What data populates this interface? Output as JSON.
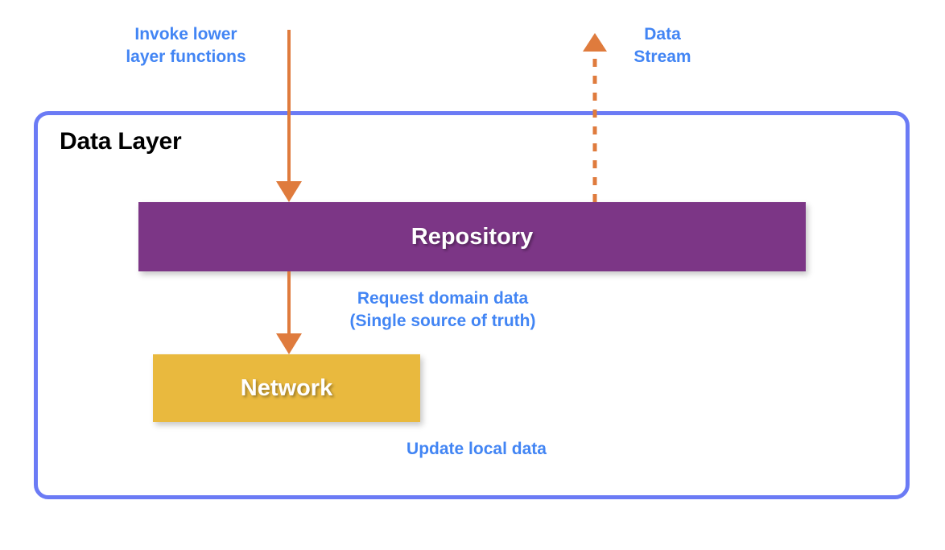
{
  "diagram": {
    "title_text": "Data Layer",
    "background_color": "#ffffff",
    "container": {
      "name": "Data Layer",
      "border_color": "#6b7bf5"
    },
    "blocks": [
      {
        "id": "repository",
        "label": "Repository",
        "color": "#7c3686",
        "text_color": "#ffffff"
      },
      {
        "id": "network",
        "label": "Network",
        "color": "#e9b93e",
        "text_color": "#ffffff"
      }
    ],
    "annotations": [
      {
        "id": "invoke",
        "text": "Invoke lower\nlayer functions",
        "color": "#4285f4"
      },
      {
        "id": "stream",
        "text": "Data\nStream",
        "color": "#4285f4"
      },
      {
        "id": "request",
        "text": "Request domain data\n(Single source of truth)",
        "color": "#4285f4"
      },
      {
        "id": "update",
        "text": "Update local data",
        "color": "#4285f4"
      }
    ],
    "arrows": [
      {
        "id": "invoke-arrow",
        "style": "solid",
        "direction": "down",
        "color": "#df7b3d",
        "from": "outside-top",
        "to": "repository"
      },
      {
        "id": "stream-arrow",
        "style": "dashed",
        "direction": "up",
        "color": "#df7b3d",
        "from": "repository",
        "to": "outside-top"
      },
      {
        "id": "request-arrow",
        "style": "solid",
        "direction": "down",
        "color": "#df7b3d",
        "from": "repository",
        "to": "network"
      }
    ]
  }
}
